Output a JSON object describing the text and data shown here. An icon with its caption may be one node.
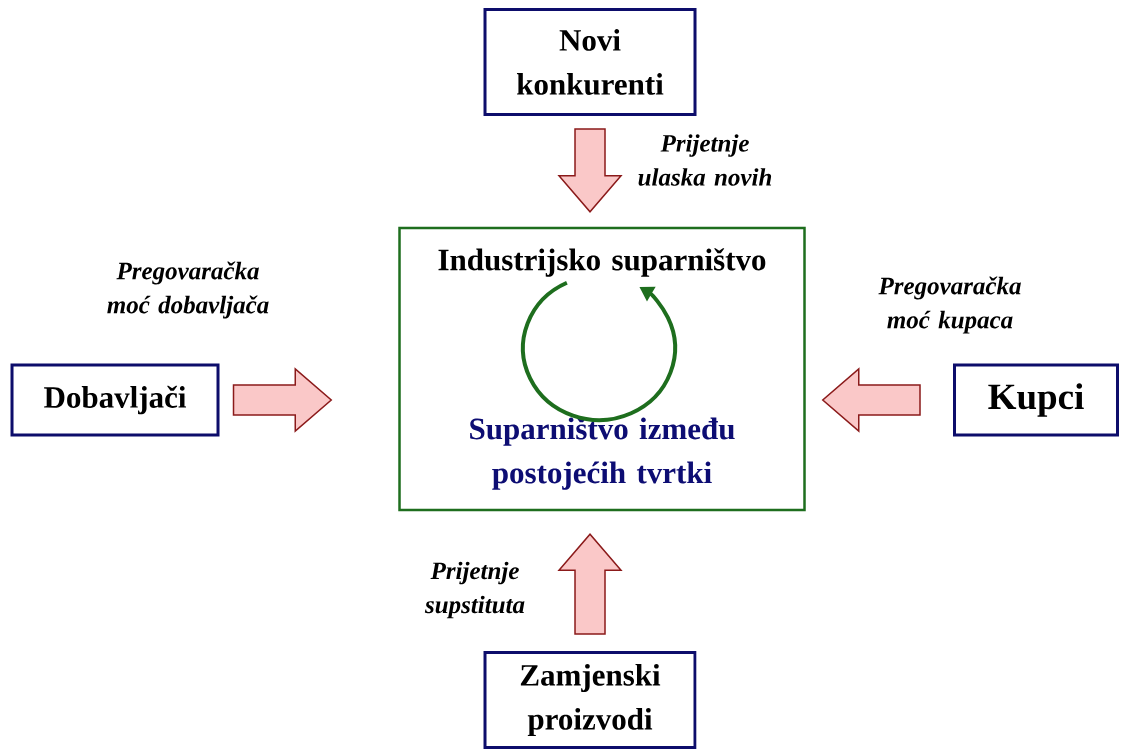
{
  "diagram": {
    "nodes": [
      {
        "text": [
          "Novi konkurenti"
        ]
      },
      {
        "text": [
          "Industrijsko suparništvo",
          "Suparništvo između postojećih tvrtki"
        ]
      },
      {
        "text": [
          "Dobavljači"
        ]
      },
      {
        "text": [
          "Kupci"
        ]
      },
      {
        "text": [
          "Zamjenski proizvodi"
        ]
      }
    ],
    "edges": [
      {
        "from": 0,
        "to": 1,
        "arrow": "to",
        "label": "Prijetnje ulaska novih"
      },
      {
        "from": 2,
        "to": 1,
        "arrow": "to",
        "label": "Pregovaračka moć dobavljača"
      },
      {
        "from": 3,
        "to": 1,
        "arrow": "to",
        "label": "Pregovaračka moć kupaca"
      },
      {
        "from": 4,
        "to": 1,
        "arrow": "to",
        "label": "Prijetnje supstituta"
      }
    ]
  }
}
